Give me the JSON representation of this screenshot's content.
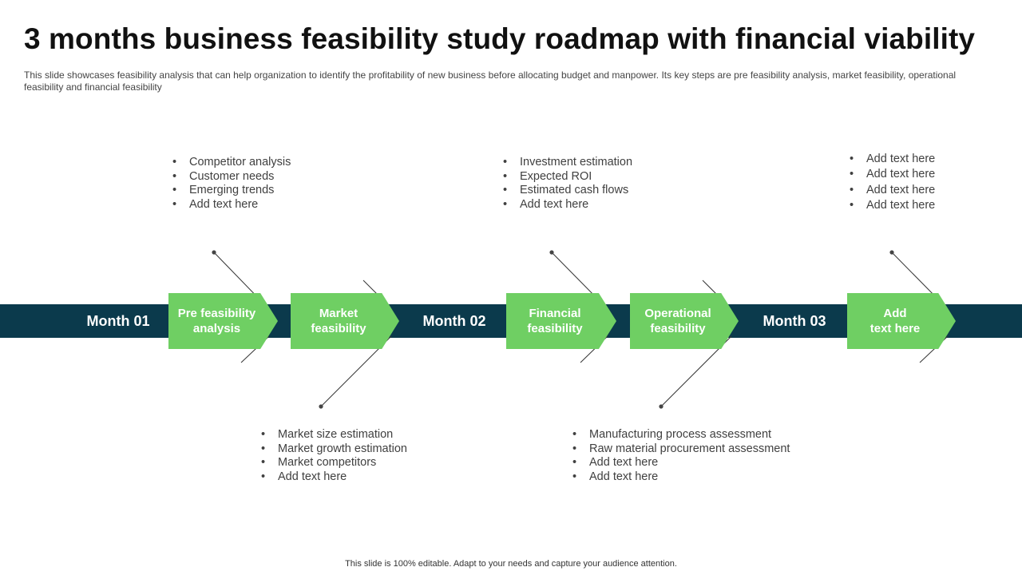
{
  "title": "3 months business feasibility study roadmap with financial viability",
  "subtitle": "This slide showcases feasibility analysis that can help organization to identify the profitability of new business before  allocating budget and manpower.  Its key steps are pre feasibility analysis, market feasibility,  operational feasibility and financial feasibility",
  "months": [
    "Month 01",
    "Month 02",
    "Month 03"
  ],
  "steps": [
    "Pre feasibility\nanalysis",
    "Market\nfeasibility",
    "Financial\nfeasibility",
    "Operational\nfeasibility",
    "Add\ntext here"
  ],
  "details": {
    "pre_feasibility": [
      "Competitor analysis",
      "Customer needs",
      "Emerging trends",
      "Add text here"
    ],
    "market": [
      "Market size estimation",
      "Market growth estimation",
      "Market competitors",
      "Add text here"
    ],
    "financial": [
      "Investment estimation",
      "Expected ROI",
      "Estimated cash flows",
      "Add text here"
    ],
    "operational": [
      "Manufacturing process assessment",
      "Raw material procurement assessment",
      "Add text here",
      "Add text here"
    ],
    "final": [
      "Add text here",
      "Add text here",
      "Add text here",
      "Add text here"
    ]
  },
  "footer": "This slide is 100% editable. Adapt to your needs and capture your audience attention.",
  "colors": {
    "band": "#0b3a4c",
    "arrow": "#6fcf63",
    "connector": "#333333"
  }
}
